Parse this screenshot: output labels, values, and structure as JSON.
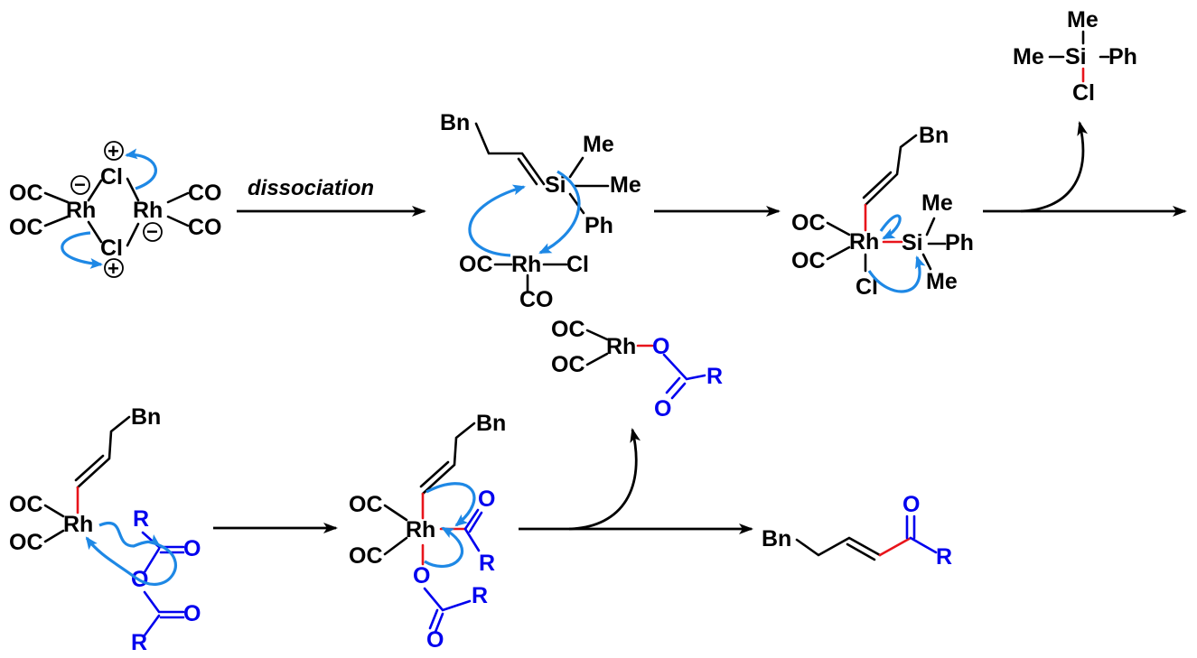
{
  "colors": {
    "bond": "#000000",
    "reactive_bond": "#e8141b",
    "acyl_group": "#0000ee",
    "electron_pushing_arrow": "#1e88e5"
  },
  "arrow_label": "dissociation",
  "atoms": {
    "OC": "OC",
    "CO": "CO",
    "Rh": "Rh",
    "Cl": "Cl",
    "Bn": "Bn",
    "Si": "Si",
    "Me": "Me",
    "Ph": "Ph",
    "O": "O",
    "R": "R"
  },
  "charges": {
    "plus": "+",
    "minus": "−"
  },
  "icons": {
    "curved_arrow": "electron-pushing-arrow-icon",
    "reaction_arrow": "reaction-arrow-icon"
  }
}
